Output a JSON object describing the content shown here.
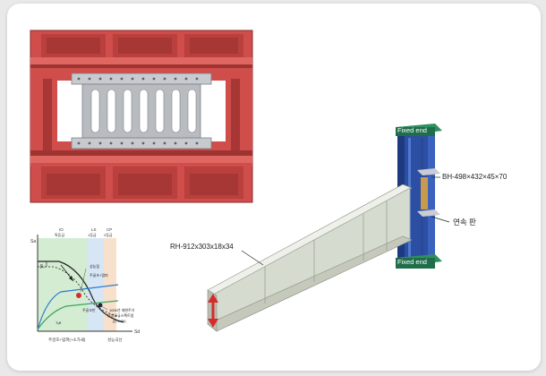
{
  "colors": {
    "frame_red": "#cf4d4a",
    "frame_dark": "#9e3432",
    "damper_gray": "#b8bcc0",
    "beam_face": "#d6dbcf",
    "column_blue": "#2d4fa3",
    "plate_green": "#1f6e4a",
    "arrow_red": "#d62b2b"
  },
  "labels": {
    "fixed_end_top": "Fixed end",
    "fixed_end_bottom": "Fixed end",
    "column_section": "BH-498×432×45×70",
    "continuity_plate": "연속 판",
    "beam_section": "RH-912x303x18x34"
  },
  "chart": {
    "y_axis": "Sa",
    "x_axis": "Sd",
    "region_io_abbr": "IO",
    "region_io_name": "특등급",
    "region_ls_abbr": "LS",
    "region_ls_name": "1등급",
    "region_cp_abbr": "CP",
    "region_cp_name": "2등급",
    "beta_label": "β₀",
    "performance_point": "성능점",
    "main_frame_damper": "주골조+댐퍼",
    "main_frame": "주골조만",
    "t_eff": "Tₑff",
    "note_line1": "1000년 재현주기",
    "note_line2": "탄성요구스펙트럼",
    "note_line3": "(ξ=0.05)",
    "footer_left": "주골조+댐퍼(+소가새)",
    "footer_right": "성능곡선"
  }
}
